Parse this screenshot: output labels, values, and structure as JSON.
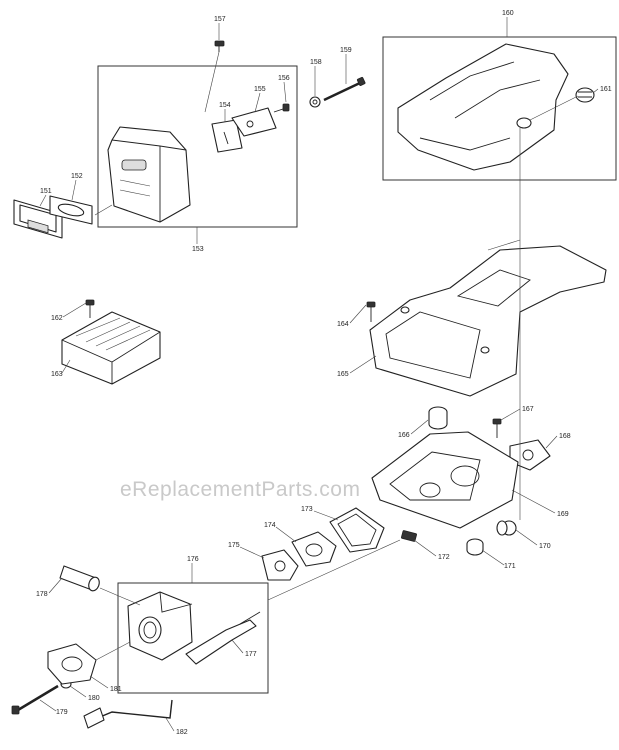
{
  "watermark": "eReplacementParts.com",
  "parts": {
    "p151": "151",
    "p152": "152",
    "p153": "153",
    "p154": "154",
    "p155": "155",
    "p156": "156",
    "p157": "157",
    "p158": "158",
    "p159": "159",
    "p160": "160",
    "p161": "161",
    "p162": "162",
    "p163": "163",
    "p164": "164",
    "p165": "165",
    "p166": "166",
    "p167": "167",
    "p168": "168",
    "p169": "169",
    "p170": "170",
    "p171": "171",
    "p172": "172",
    "p173": "173",
    "p174": "174",
    "p175": "175",
    "p176": "176",
    "p177": "177",
    "p178": "178",
    "p179": "179",
    "p180": "180",
    "p181": "181",
    "p182": "182"
  }
}
